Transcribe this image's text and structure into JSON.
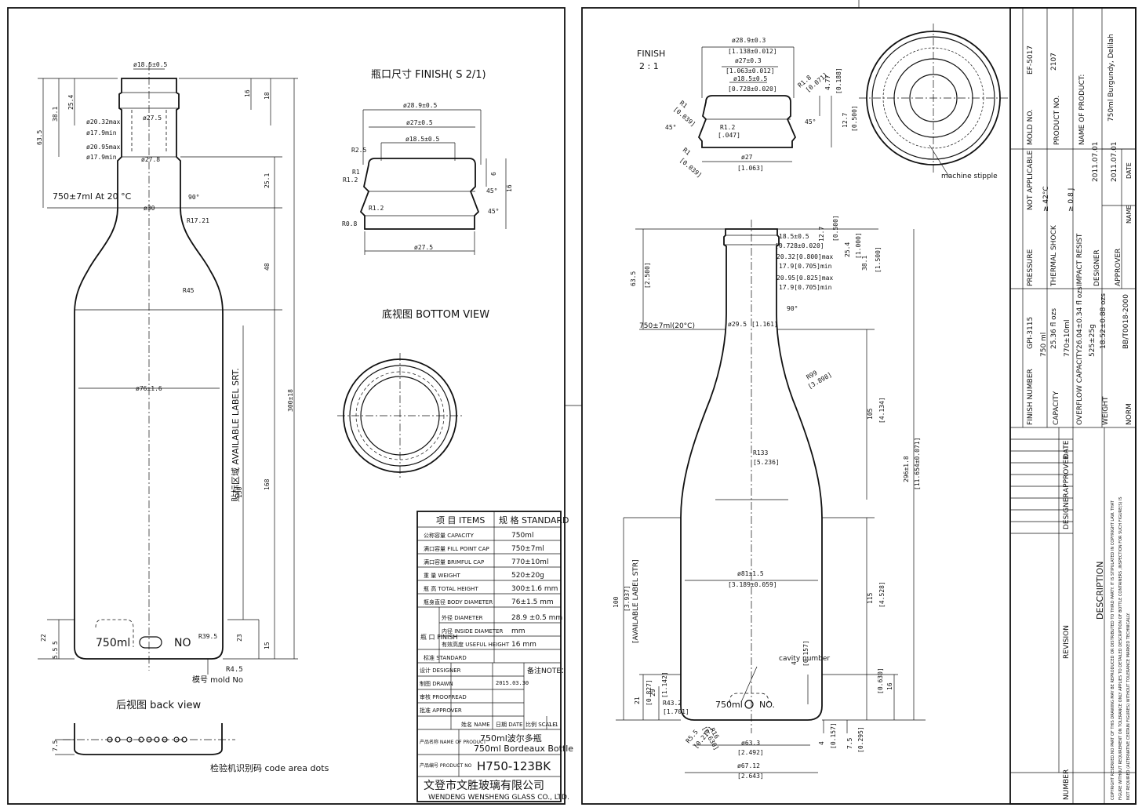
{
  "left_sheet": {
    "finish_title": "瓶口尺寸 FINISH( S 2/1)",
    "bottom_title": "底视图 BOTTOM VIEW",
    "back_title": "后视图 back view",
    "fill_label": "750±7ml At 20 °C",
    "body_text": "750ml",
    "no_text": "NO",
    "mold_no_label": "模号 mold No",
    "code_dots_label": "检验机识别码 code area dots",
    "label_area": "贴标区域 AVAILABLE LABEL SRT.",
    "dims": {
      "top_dia": "ø18.5±0.5",
      "d1": "ø27.5",
      "d2": "ø20.32max",
      "d3": "ø17.9min",
      "d4": "ø20.95max",
      "d5": "ø17.9min",
      "d6": "ø27.8",
      "d7": "ø30",
      "body": "ø76±1.6",
      "r45": "R45",
      "r17": "R17.21",
      "angle": "90°",
      "h635": "63.5",
      "h381": "38.1",
      "h254": "25.4",
      "h16": "16",
      "h18": "18",
      "h251": "25.1",
      "h48": "48",
      "h300": "300±18",
      "h168": "168",
      "h150": "150",
      "h22": "22",
      "h55": "5.5",
      "h5": "5",
      "h23": "23",
      "h15": "15",
      "r395": "R39.5",
      "r45b": "R4.5",
      "h75": "7.5"
    },
    "finish_dims": {
      "a": "ø28.9±0.5",
      "b": "ø27±0.5",
      "c": "ø18.5±0.5",
      "d": "ø27.5",
      "r25": "R2.5",
      "r1": "R1",
      "r12": "R1.2",
      "r08": "R0.8",
      "r12b": "R1.2",
      "a45a": "45°",
      "a45b": "45°",
      "h6": "6",
      "h16": "16"
    },
    "spec_table": {
      "header_items": "项 目 ITEMS",
      "header_std": "规 格 STANDARD",
      "rows": [
        {
          "label": "公称容量 CAPACITY",
          "value": "750ml"
        },
        {
          "label": "满口容量 FILL POINT CAP",
          "value": "750±7ml"
        },
        {
          "label": "满口容量 BRIMFUL CAP",
          "value": "770±10ml"
        },
        {
          "label": "重 量 WEIGHT",
          "value": "520±20g"
        },
        {
          "label": "瓶 高 TOTAL HEIGHT",
          "value": "300±1.6 mm"
        },
        {
          "label": "瓶身直径 BODY DIAMETER",
          "value": "76±1.5 mm"
        },
        {
          "label": "外径 DIAMETER",
          "value": "28.9 ±0.5 mm"
        },
        {
          "label": "内径 INSIDE DIAMETER",
          "value": "mm"
        },
        {
          "label": "有效高度 USEFUL HEIGHT",
          "value": "16 mm"
        },
        {
          "label": "标准 STANDARD",
          "value": ""
        }
      ],
      "finish_group": "瓶 口 FINISH",
      "designer": "设计 DESIGNER",
      "drawn": "制图 DRAWN",
      "drawn_date": "2015.03.30",
      "proofread": "审核 PROOFREAD",
      "approver": "批准 APPROVER",
      "note": "备注NOTE：",
      "name_col": "姓名 NAME",
      "date_col": "日期 DATE",
      "scale_col": "比例 SCALE",
      "scale_val": "1:1",
      "product_name_label": "产品名称 NAME OF PRODUCT",
      "product_name_cn": "750ml波尔多瓶",
      "product_name_en": "750ml Bordeaux Bottle",
      "product_no_label": "产品编号 PRODUCT NO",
      "product_no": "H750-123BK",
      "company_cn": "文登市文胜玻璃有限公司",
      "company_en": "WENDENG WENSHENG GLASS CO., LTD."
    }
  },
  "right_sheet": {
    "finish_label": "FINISH",
    "finish_scale": "2 : 1",
    "stipple": "machine stipple",
    "cavity": "cavity number",
    "fill_label": "750±7ml(20°C)",
    "body_text": "750ml",
    "no_text": "NO.",
    "label_area": "[AVAILABLE LABEL STR]",
    "dims": {
      "f1": "ø28.9±0.3",
      "f1i": "[1.138±0.012]",
      "f2": "ø27±0.3",
      "f2i": "[1.063±0.012]",
      "f3": "ø18.5±0.5",
      "f3i": "[0.728±0.020]",
      "f4": "ø27",
      "f4i": "[1.063]",
      "fr18": "R1.8",
      "fr18i": "[0.071]",
      "fr1": "R1",
      "fr1i": "[0.039]",
      "fr12": "R1.2",
      "fr12i": "[.047]",
      "fr1b": "R1",
      "fr1bi": "[0.039]",
      "fh477": "4.77",
      "fh477i": "[0.188]",
      "fh127": "12.7",
      "fh127i": "[0.500]",
      "f45a": "45°",
      "f45b": "45°",
      "n1": "18.5±0.5",
      "n1i": "[0.728±0.020]",
      "n2": "20.32[0.800]max",
      "n3": "17.9[0.705]min",
      "n4": "20.95[0.825]max",
      "n5": "17.9[0.705]min",
      "nh127": "12.7",
      "nh127i": "[0.500]",
      "nh254": "25.4",
      "nh254i": "[1.000]",
      "nh381": "38.1",
      "nh381i": "[1.500]",
      "h635": "63.5",
      "h635i": "[2.500]",
      "d295": "ø29.5",
      "d295i": "[1.161]",
      "a90": "90°",
      "r99": "R99",
      "r99i": "[3.898]",
      "r133": "R133",
      "r133i": "[5.236]",
      "h105": "105",
      "h105i": "[4.134]",
      "h296": "296±1.8",
      "h296i": "[11.654±0.071]",
      "d81": "ø81±1.5",
      "d81i": "[3.189±0.059]",
      "h115": "115",
      "h115i": "[4.528]",
      "h100": "100",
      "h100i": "[3.937]",
      "h21": "21",
      "h21i": "[0.827]",
      "h29": "29",
      "h29i": "[1.142]",
      "r432": "R43.2",
      "r432i": "[1.701]",
      "h4": "4",
      "h4i": "[0.157]",
      "h16": "16",
      "h16i": "[0.630]",
      "r55": "R5.5",
      "r55i": "[0.217]",
      "r16": "R16",
      "r16i": "[0.630]",
      "d633": "ø63.3",
      "d633i": "[2.492]",
      "d6712": "ø67.12",
      "d6712i": "[2.643]",
      "h4b": "4",
      "h4bi": "[0.157]",
      "h75": "7.5",
      "h75i": "[0.295]"
    },
    "title_block": {
      "mold_no_label": "MOLD NO.",
      "mold_no": "EF-5017",
      "product_no_label": "PRODUCT NO.",
      "product_no": "2107",
      "name_label": "NAME OF PRODUCT:",
      "name": "750ml Burgundy, Delilah",
      "pressure_label": "PRESSURE",
      "pressure": "NOT APPLICABLE",
      "thermal_label": "THERMAL SHOCK",
      "thermal": "≥ 42°C",
      "impact_label": "IMPACT RESIST",
      "impact": "≥ 0.8 J",
      "designer_label": "DESIGNER",
      "designer_date": "2011.07.01",
      "approver_label": "APPROVER",
      "approver_date": "2011.07.01",
      "name_col": "NAME",
      "date_col": "DATE",
      "finish_no_label": "FINISH NUMBER",
      "finish_no": "GPI-3115",
      "capacity_label": "CAPACITY",
      "capacity": "750 ml",
      "capacity2": "25.36 fl ozs",
      "overflow_label": "OVERFLOW CAPACITY",
      "overflow": "770±10ml",
      "overflow2": "26.04±0.34 fl ozs",
      "weight_label": "WEIGHT",
      "weight": "525±25g",
      "weight2": "18.52±0.88 ozs",
      "norm_label": "NORM",
      "norm": "BB/T0018-2000",
      "rev_designer": "DESIGNER",
      "rev_approver": "APPROVER",
      "rev_date": "DATE",
      "revision": "REVISION",
      "description": "DESCRIPTION",
      "number": "NUMBER",
      "copyright1": "COPYRIGHT RESERVED.NO PART OF THIS DRAWING MAY BE REPRODUCED OR DISTRIBUTED TO THIRD PARTY. IT IS STIPULATED IN COPYRIGHT LAW. THAT",
      "copyright2": "FIGURE WITHOUT REQUIREMENT ON TOLERANCE ONLY APPLIES TO DETAILED DESCRIPTION OF BOTTLE CONTAINERS ,INSPECTION FOR SUCH FIGURE(S) IS",
      "copyright3": "NOT REQUIRED (ALTERNATIVE CERTAIN FIGURES) WITHOUT TOLERANCE MARKED TECHNICALLY."
    }
  }
}
